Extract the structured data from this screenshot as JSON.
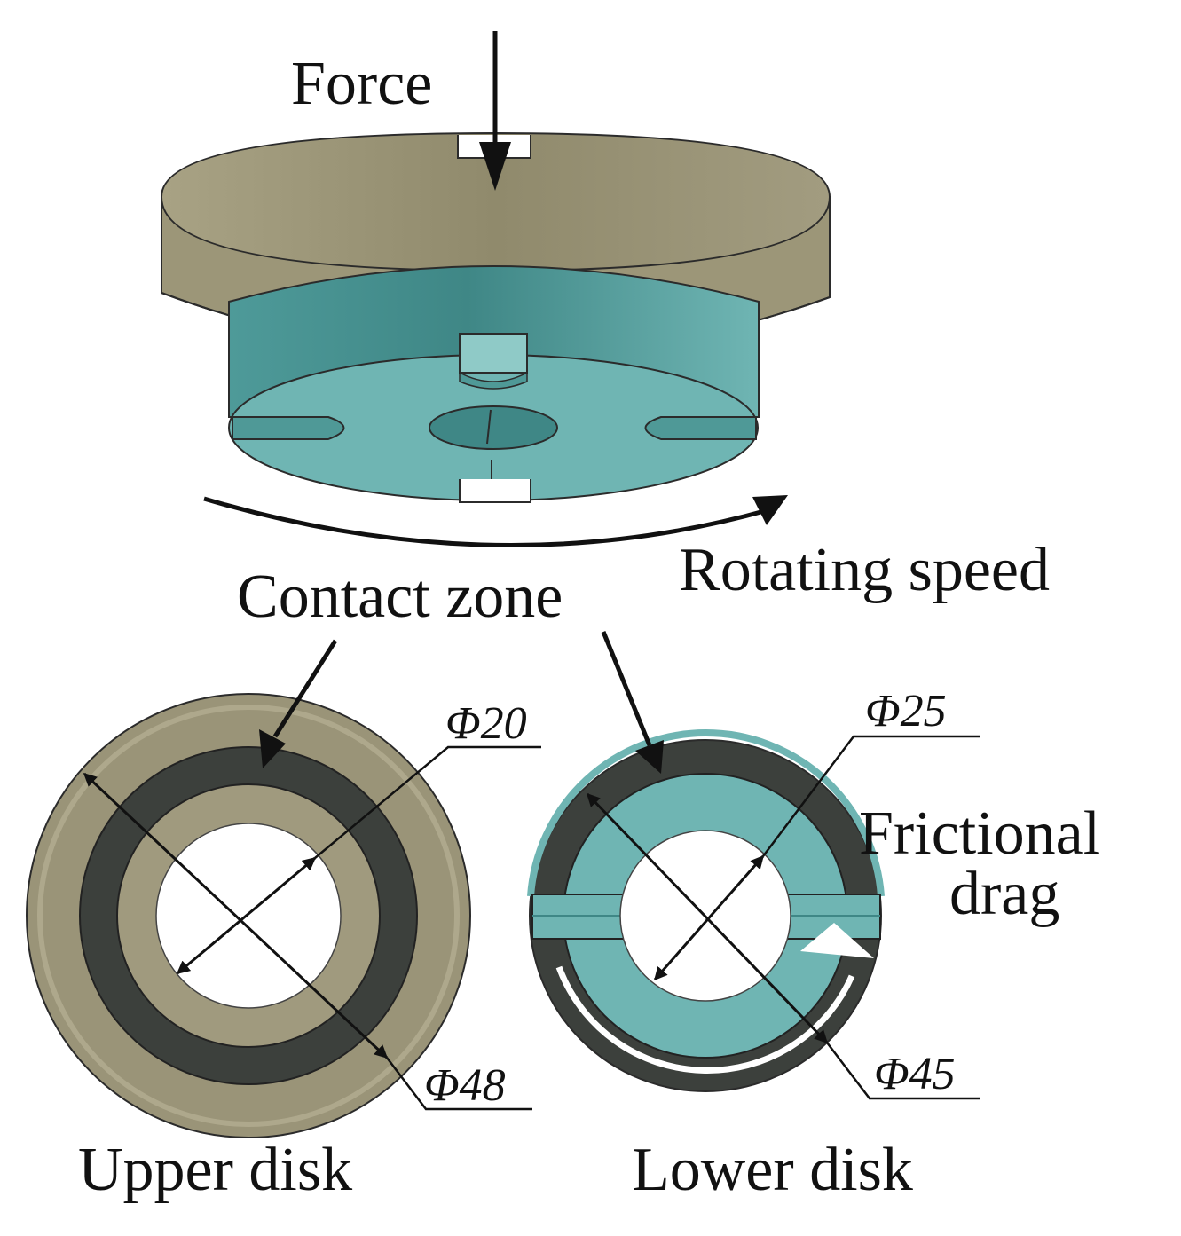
{
  "labels": {
    "force": "Force",
    "rotating_speed": "Rotating speed",
    "contact_zone": "Contact zone",
    "frictional": "Frictional",
    "drag": "drag",
    "upper_disk": "Upper disk",
    "lower_disk": "Lower disk"
  },
  "dimensions": {
    "upper_inner": "Φ20",
    "upper_outer": "Φ48",
    "lower_inner": "Φ25",
    "lower_outer": "Φ45"
  },
  "colors": {
    "upper_disk": "#9a9478",
    "upper_disk_dark": "#7a7458",
    "lower_disk": "#6fb5b3",
    "lower_disk_dark": "#3f8786",
    "contact_ring": "#3c403c",
    "line": "#111111"
  }
}
